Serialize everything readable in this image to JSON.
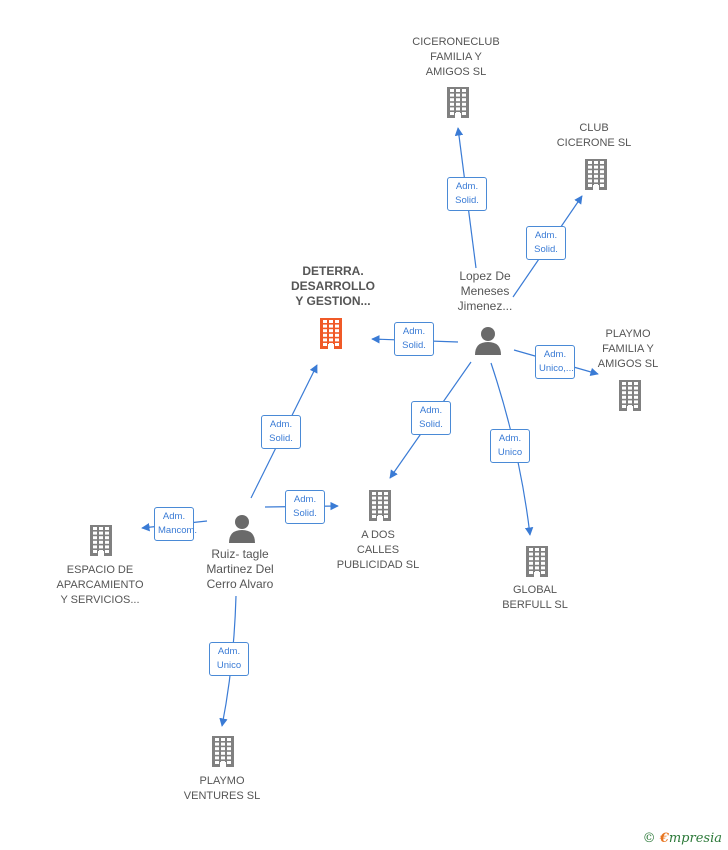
{
  "colors": {
    "edge": "#3a7bd5",
    "building": "#808080",
    "building_main": "#f05a28",
    "person": "#6a6a6a"
  },
  "companies": [
    {
      "id": "ciceroneclub",
      "label": "CICERONECLUB\nFAMILIA Y\nAMIGOS  SL"
    },
    {
      "id": "club_cicerone",
      "label": "CLUB\nCICERONE  SL"
    },
    {
      "id": "deterra",
      "label": "DETERRA.\nDESARROLLO\nY GESTION..."
    },
    {
      "id": "playmo_familia",
      "label": "PLAYMO\nFAMILIA Y\nAMIGOS  SL"
    },
    {
      "id": "a_dos_calles",
      "label": "A DOS\nCALLES\nPUBLICIDAD SL"
    },
    {
      "id": "global_berfull",
      "label": "GLOBAL\nBERFULL  SL"
    },
    {
      "id": "espacio",
      "label": "ESPACIO DE\nAPARCAMIENTO\nY SERVICIOS..."
    },
    {
      "id": "playmo_ventures",
      "label": "PLAYMO\nVENTURES  SL"
    }
  ],
  "persons": [
    {
      "id": "lopez",
      "label": "Lopez De\nMeneses\nJimenez..."
    },
    {
      "id": "ruiz",
      "label": "Ruiz- tagle\nMartinez Del\nCerro Alvaro"
    }
  ],
  "edges": [
    {
      "from": "lopez",
      "to": "ciceroneclub",
      "label": "Adm.\nSolid."
    },
    {
      "from": "lopez",
      "to": "club_cicerone",
      "label": "Adm.\nSolid."
    },
    {
      "from": "lopez",
      "to": "deterra",
      "label": "Adm.\nSolid."
    },
    {
      "from": "lopez",
      "to": "playmo_familia",
      "label": "Adm.\nUnico,..."
    },
    {
      "from": "lopez",
      "to": "a_dos_calles",
      "label": "Adm.\nSolid."
    },
    {
      "from": "lopez",
      "to": "global_berfull",
      "label": "Adm.\nUnico"
    },
    {
      "from": "ruiz",
      "to": "deterra",
      "label": "Adm.\nSolid."
    },
    {
      "from": "ruiz",
      "to": "a_dos_calles",
      "label": "Adm.\nSolid."
    },
    {
      "from": "ruiz",
      "to": "espacio",
      "label": "Adm.\nMancom."
    },
    {
      "from": "ruiz",
      "to": "playmo_ventures",
      "label": "Adm.\nUnico"
    }
  ],
  "brand": {
    "copyright": "©",
    "e": "€",
    "name": "mpresia"
  }
}
